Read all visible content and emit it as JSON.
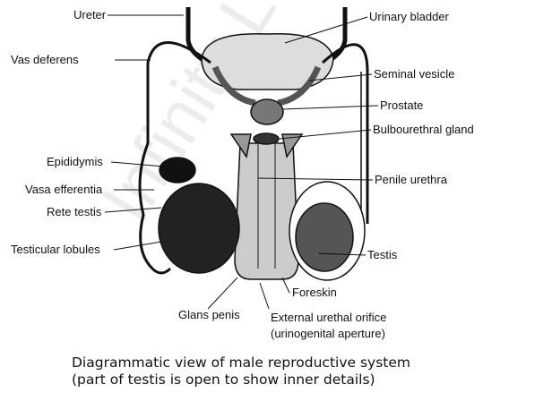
{
  "labels": {
    "ureter": "Ureter",
    "vas_deferens": "Vas deferens",
    "urinary_bladder": "Urinary bladder",
    "seminal_vesicle": "Seminal vesicle",
    "prostate": "Prostate",
    "bulbourethral_gland": "Bulbourethral gland",
    "epididymis": "Epididymis",
    "vasa_efferentia": "Vasa efferentia",
    "rete_testis": "Rete testis",
    "testicular_lobules": "Testicular lobules",
    "penile_urethra": "Penile urethra",
    "testis": "Testis",
    "foreskin": "Foreskin",
    "glans_penis": "Glans penis",
    "external_orifice": "External urethal orifice",
    "external_orifice_alt": "(urinogenital aperture)"
  },
  "caption": {
    "line1": "Diagrammatic view of male reproductive system",
    "line2": "(part of testis is open to show inner details)"
  },
  "watermark": "Infinity Learn"
}
